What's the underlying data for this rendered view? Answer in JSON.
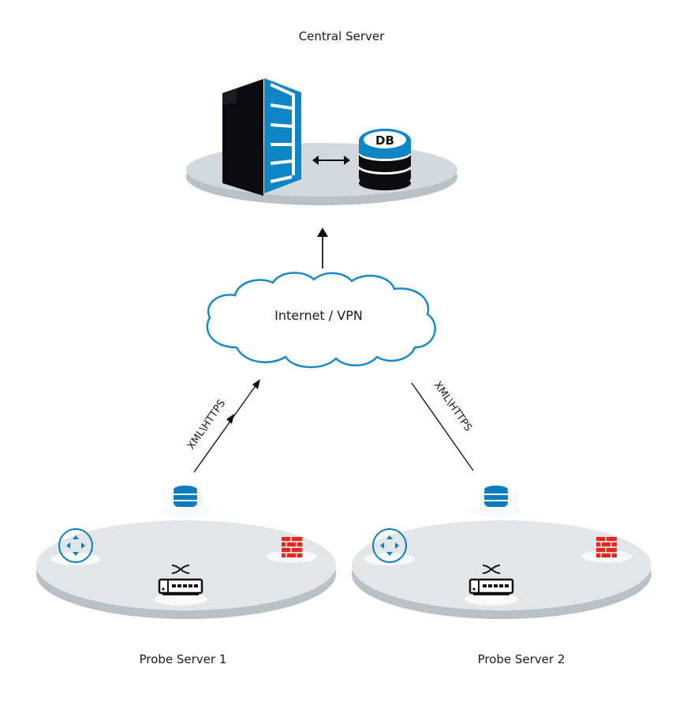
{
  "title": "Central Server",
  "central": {
    "db_label": "DB",
    "server_icon": "server-tower-icon",
    "db_icon": "database-icon",
    "link": "bidirectional-arrow"
  },
  "network": {
    "label": "Internet / VPN",
    "icon": "cloud-icon"
  },
  "links": [
    {
      "label": "XML\\HTTPS",
      "from": "Probe Server 1",
      "to": "Internet / VPN",
      "arrows": "two-arrowheads"
    },
    {
      "label": "XML\\HTTPS",
      "from": "Probe Server 2",
      "to": "Internet / VPN",
      "arrows": "none"
    }
  ],
  "probes": [
    {
      "label": "Probe Server 1",
      "devices": [
        "database-icon",
        "router-icon",
        "firewall-icon",
        "switch-icon"
      ]
    },
    {
      "label": "Probe Server 2",
      "devices": [
        "database-icon",
        "router-icon",
        "firewall-icon",
        "switch-icon"
      ]
    }
  ],
  "colors": {
    "accent_blue": "#0b7dbd",
    "firewall_red": "#e8261d",
    "platform_top": "#e3e6e9",
    "platform_side": "#b9c0c6",
    "dark": "#0b0b0f"
  }
}
